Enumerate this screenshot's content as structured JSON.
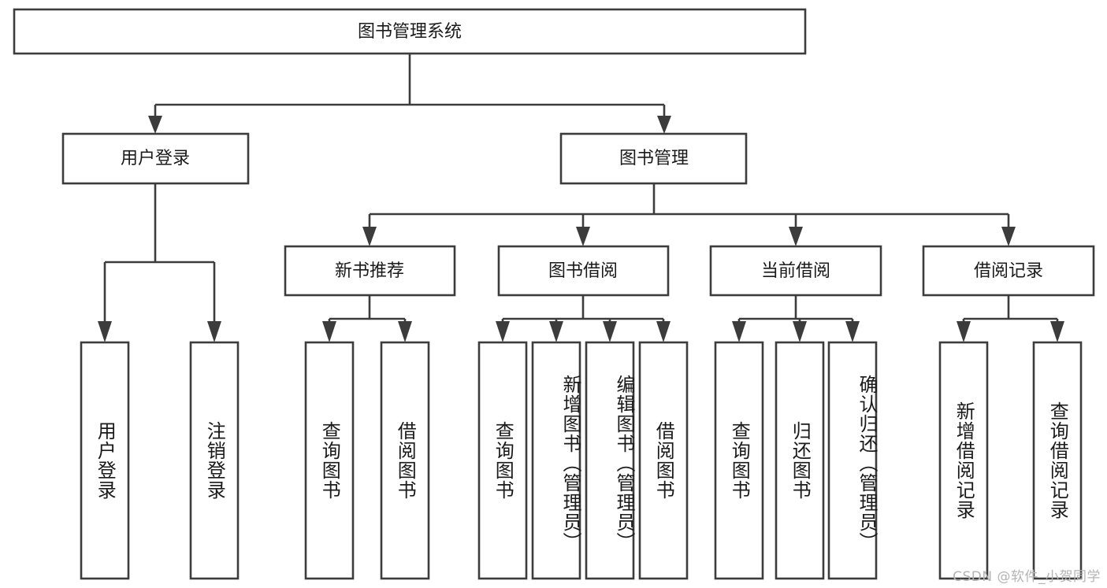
{
  "diagram": {
    "title": "图书管理系统",
    "type": "tree-hierarchy-chart",
    "root": {
      "label": "图书管理系统"
    },
    "level2": [
      {
        "label": "用户登录"
      },
      {
        "label": "图书管理"
      }
    ],
    "level3": [
      {
        "label": "新书推荐"
      },
      {
        "label": "图书借阅"
      },
      {
        "label": "当前借阅"
      },
      {
        "label": "借阅记录"
      }
    ],
    "leaves": {
      "user_login": [
        {
          "label": "用户登录"
        },
        {
          "label": "注销登录"
        }
      ],
      "new_book_recommend": [
        {
          "label": "查询图书"
        },
        {
          "label": "借阅图书"
        }
      ],
      "book_borrow": [
        {
          "label": "查询图书"
        },
        {
          "label": "新增图书（管理员）"
        },
        {
          "label": "编辑图书（管理员）"
        },
        {
          "label": "借阅图书"
        }
      ],
      "current_borrow": [
        {
          "label": "查询图书"
        },
        {
          "label": "归还图书"
        },
        {
          "label": "确认归还（管理员）"
        }
      ],
      "borrow_record": [
        {
          "label": "新增借阅记录"
        },
        {
          "label": "查询借阅记录"
        }
      ]
    }
  },
  "watermark": {
    "text": "CSDN @软件_小贺同学"
  },
  "colors": {
    "stroke": "#3c3c3c",
    "box_fill": "#ffffff",
    "text": "#1a1a1a",
    "watermark": "#b4b4b4",
    "background": "#ffffff"
  }
}
